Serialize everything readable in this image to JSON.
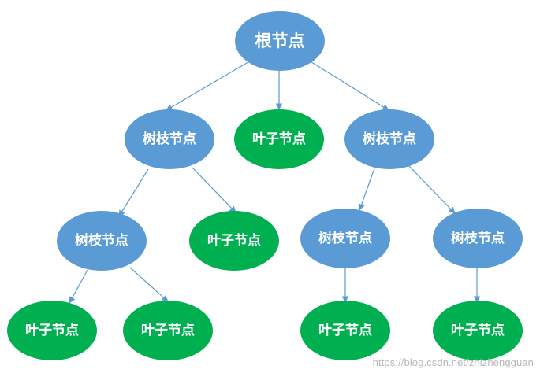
{
  "diagram": {
    "root": {
      "label": "根节点",
      "color": "#5b9bd5"
    },
    "branch_label": "树枝节点",
    "leaf_label": "叶子节点",
    "branch_color": "#5b9bd5",
    "leaf_color": "#00b050",
    "edge_color": "#5b9bd5"
  },
  "watermark": "https://blog.csdn.net/zhizhengguan"
}
